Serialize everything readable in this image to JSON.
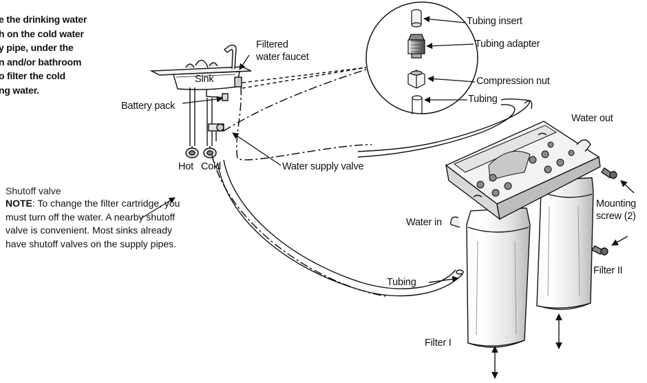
{
  "intro_text": "e the drinking water\nh on the cold water\ny pipe, under the\nn and/or bathroom\no filter the cold\nng water.",
  "note": {
    "title": "Shutoff valve",
    "keyword": "NOTE",
    "body": ": To change the filter cartridge, you must turn off the water. A nearby shutoff valve is convenient. Most sinks already have shutoff valves on the supply pipes."
  },
  "labels": {
    "filtered_faucet": "Filtered\nwater faucet",
    "sink": "Sink",
    "battery_pack": "Battery pack",
    "hot": "Hot",
    "cold": "Cold",
    "water_supply_valve": "Water supply valve",
    "tubing_insert": "Tubing insert",
    "tubing_adapter": "Tubing adapter",
    "compression_nut": "Compression nut",
    "tubing_top": "Tubing",
    "water_out": "Water out",
    "mounting_screw": "Mounting\nscrew (2)",
    "water_in": "Water in",
    "filter_two": "Filter II",
    "tubing_bottom": "Tubing",
    "filter_one": "Filter I"
  }
}
